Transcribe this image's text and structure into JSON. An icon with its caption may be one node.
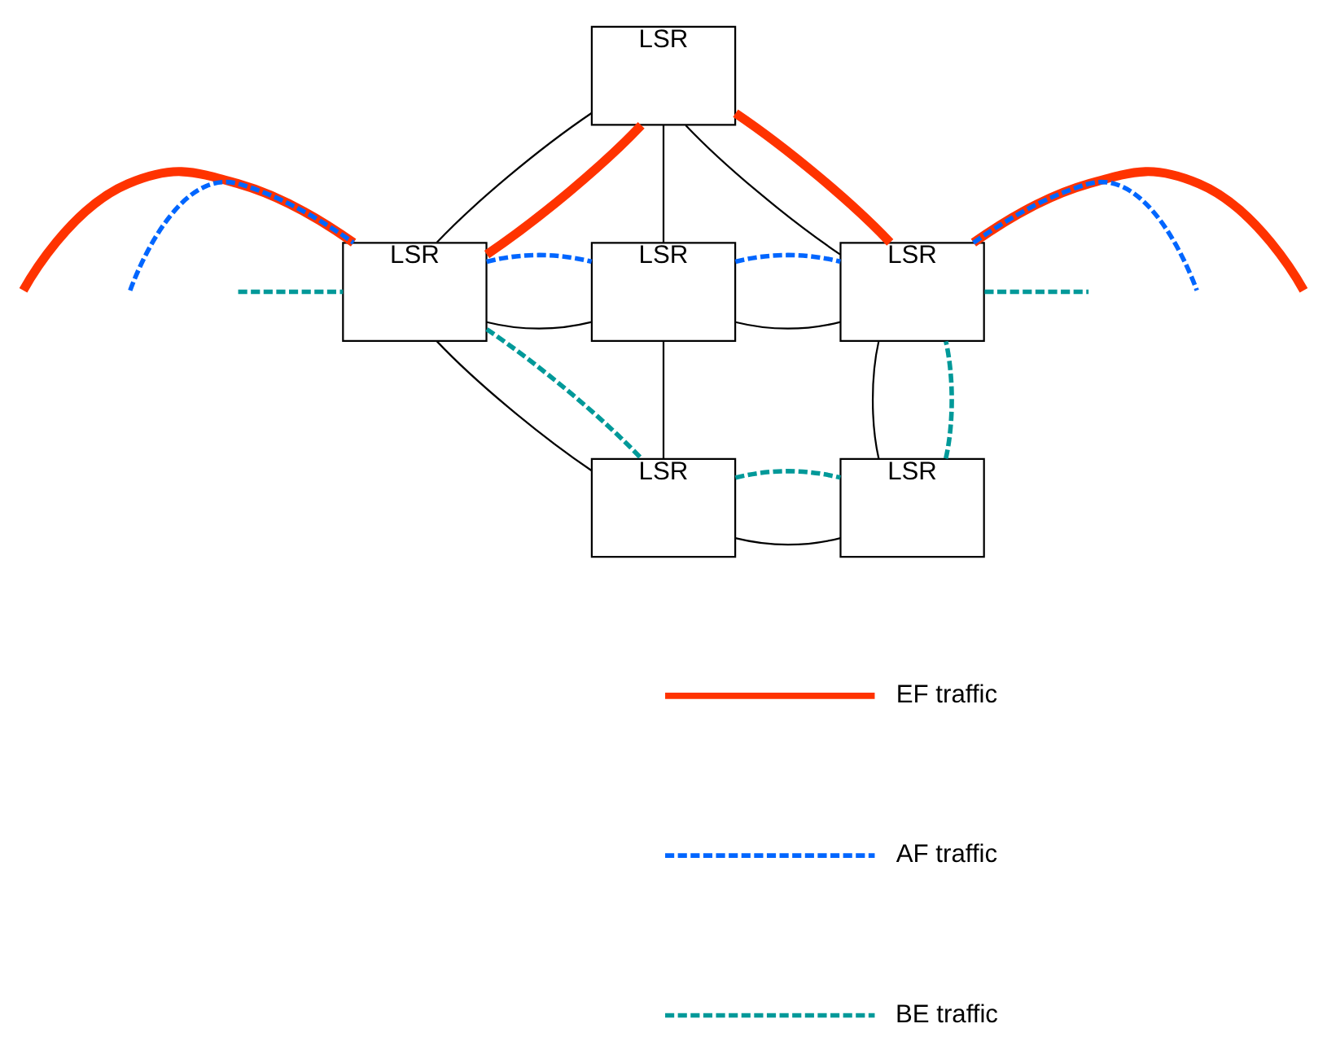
{
  "diagram": {
    "nodes": [
      {
        "text": [
          "LSR"
        ]
      },
      {
        "text": [
          "LSR"
        ]
      },
      {
        "text": [
          "LSR"
        ]
      },
      {
        "text": [
          "LSR"
        ]
      },
      {
        "text": [
          "LSR"
        ]
      },
      {
        "text": [
          "LSR"
        ]
      }
    ],
    "edges": [
      {
        "from": 0,
        "to": 1,
        "arrow": "none"
      },
      {
        "from": 0,
        "to": 2,
        "arrow": "none"
      },
      {
        "from": 0,
        "to": 3,
        "arrow": "none"
      },
      {
        "from": 1,
        "to": 2,
        "arrow": "none"
      },
      {
        "from": 2,
        "to": 3,
        "arrow": "none"
      },
      {
        "from": 1,
        "to": 4,
        "arrow": "none"
      },
      {
        "from": 2,
        "to": 4,
        "arrow": "none"
      },
      {
        "from": 4,
        "to": 5,
        "arrow": "none"
      },
      {
        "from": 5,
        "to": 3,
        "arrow": "none"
      },
      {
        "from": null,
        "to": 1,
        "arrow": "none",
        "style": "thick",
        "color": "#ff3300"
      },
      {
        "from": 1,
        "to": 0,
        "arrow": "none",
        "style": "thick",
        "color": "#ff3300"
      },
      {
        "from": 0,
        "to": 3,
        "arrow": "none",
        "style": "thick",
        "color": "#ff3300"
      },
      {
        "from": 3,
        "to": null,
        "arrow": "none",
        "style": "thick",
        "color": "#ff3300"
      },
      {
        "from": null,
        "to": 1,
        "arrow": "none",
        "style": "dashed",
        "color": "#0066ff"
      },
      {
        "from": 1,
        "to": 2,
        "arrow": "none",
        "style": "dashed",
        "color": "#0066ff"
      },
      {
        "from": 2,
        "to": 3,
        "arrow": "none",
        "style": "dashed",
        "color": "#0066ff"
      },
      {
        "from": 3,
        "to": null,
        "arrow": "none",
        "style": "dashed",
        "color": "#0066ff"
      },
      {
        "from": null,
        "to": 1,
        "arrow": "none",
        "style": "dashed",
        "color": "#009999"
      },
      {
        "from": 1,
        "to": 4,
        "arrow": "none",
        "style": "dashed",
        "color": "#009999"
      },
      {
        "from": 4,
        "to": 5,
        "arrow": "none",
        "style": "dashed",
        "color": "#009999"
      },
      {
        "from": 5,
        "to": 3,
        "arrow": "none",
        "style": "dashed",
        "color": "#009999"
      },
      {
        "from": 3,
        "to": null,
        "arrow": "none",
        "style": "dashed",
        "color": "#009999"
      }
    ],
    "legend": [
      {
        "text": "EF traffic"
      },
      {
        "text": "AF traffic"
      },
      {
        "text": "BE traffic"
      }
    ]
  }
}
